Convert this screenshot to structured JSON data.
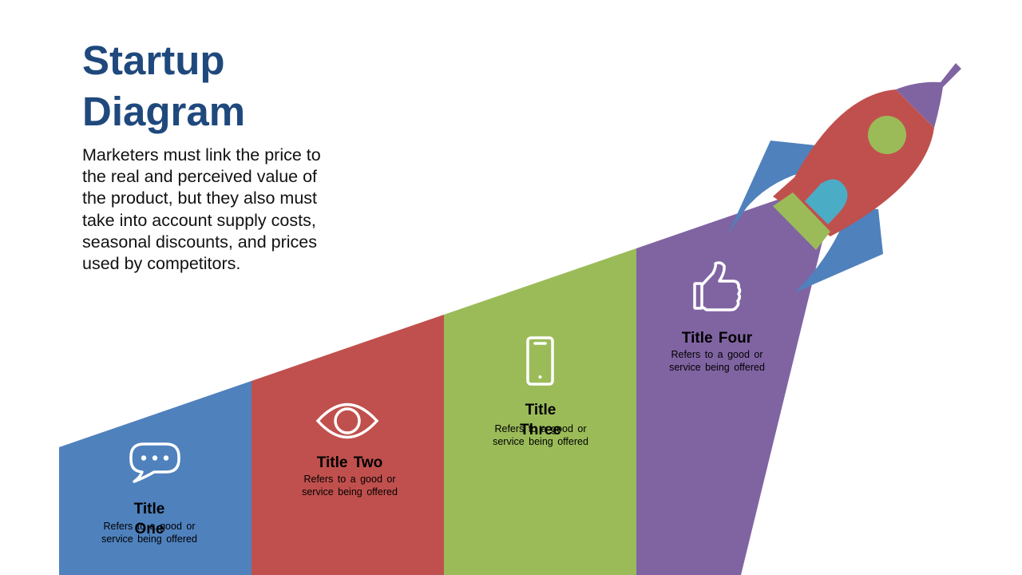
{
  "slide": {
    "title": "Startup Diagram",
    "description": "Marketers must link the price to the real and perceived value of the product, but they also must take into account supply costs, seasonal discounts, and prices used by competitors."
  },
  "steps": [
    {
      "title": "Title One",
      "desc_line1": "Refers to a good or",
      "desc_line2": "service being offered",
      "icon": "chat-bubble-icon",
      "color": "#4f81bd"
    },
    {
      "title": "Title Two",
      "desc_line1": "Refers to a good or",
      "desc_line2": "service being offered",
      "icon": "eye-icon",
      "color": "#c0504d"
    },
    {
      "title": "Title Three",
      "desc_line1": "Refers to a good or",
      "desc_line2": "service being offered",
      "icon": "smartphone-icon",
      "color": "#9bbb59"
    },
    {
      "title": "Title Four",
      "desc_line1": "Refers to a good or",
      "desc_line2": "service being offered",
      "icon": "thumbs-up-icon",
      "color": "#8064a2"
    }
  ],
  "rocket": {
    "body_color": "#c0504d",
    "fin_color": "#4f81bd",
    "nose_color": "#8064a2",
    "window_color": "#9bbb59",
    "nozzle_color": "#9bbb59",
    "inner_color": "#4bacc6"
  }
}
